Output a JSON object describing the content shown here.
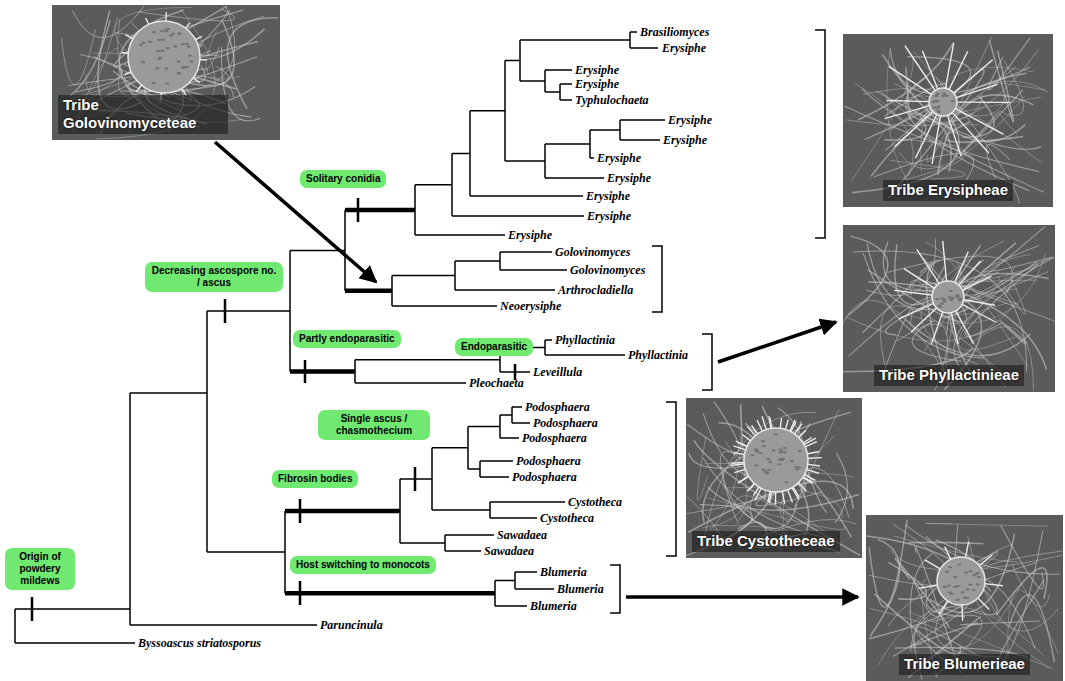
{
  "diagram": {
    "nodes": [
      {
        "text": [
          "Tribe Golovinomyceteae"
        ]
      },
      {
        "text": [
          "Tribe Erysipheae"
        ]
      },
      {
        "text": [
          "Solitary conidia"
        ]
      },
      {
        "text": [
          "Tribe Phyllactinieae"
        ]
      },
      {
        "text": [
          "Decreasing ascospore no. / ascus"
        ]
      },
      {
        "text": [
          "Partly endoparasitic"
        ]
      },
      {
        "text": [
          "Endoparasitic"
        ]
      },
      {
        "text": [
          "Tribe Cystotheceae"
        ]
      },
      {
        "text": [
          "Single ascus / chasmothecium"
        ]
      },
      {
        "text": [
          "Fibrosin bodies"
        ]
      },
      {
        "text": [
          "Origin of powdery mildews"
        ]
      },
      {
        "text": [
          "Host switching to monocots"
        ]
      },
      {
        "text": [
          "Tribe Blumerieae"
        ]
      }
    ],
    "labels": [
      "Brasiliomyces",
      "Erysiphe",
      "Erysiphe",
      "Erysiphe",
      "Typhulochaeta",
      "Erysiphe",
      "Erysiphe",
      "Erysiphe",
      "Erysiphe",
      "Erysiphe",
      "Erysiphe",
      "Erysiphe",
      "Golovinomyces",
      "Golovinomyces",
      "Arthrocladiella",
      "Neoerysiphe",
      "Phyllactinia",
      "Phyllactinia",
      "Leveillula",
      "Pleochaeta",
      "Podosphaera",
      "Podosphaera",
      "Podosphaera",
      "Podosphaera",
      "Podosphaera",
      "Cystotheca",
      "Cystotheca",
      "Sawadaea",
      "Sawadaea",
      "Blumeria",
      "Blumeria",
      "Blumeria",
      "Paruncinula",
      "Byssoascus striatosporus"
    ]
  }
}
